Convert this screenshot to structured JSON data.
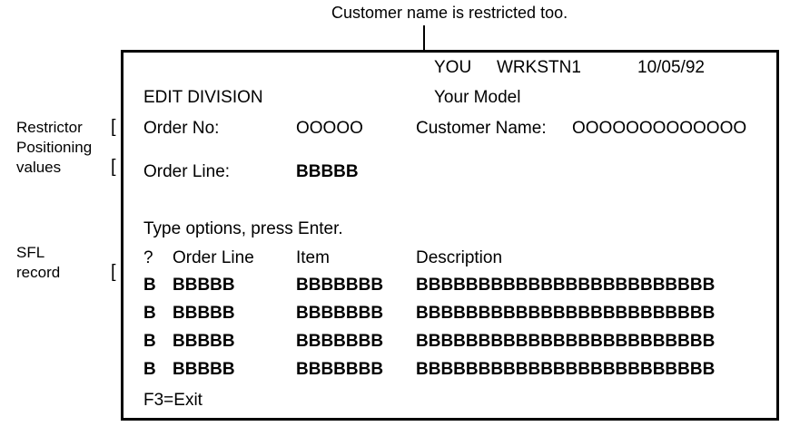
{
  "annotation": {
    "callout_text": "Customer name is restricted too.",
    "arrow_icon": "down-arrow-icon"
  },
  "side_notes": {
    "restrictor": "Restrictor\nPositioning\nvalues",
    "sfl": "SFL\nrecord",
    "bracket_glyph": "["
  },
  "screen": {
    "header": {
      "user": "YOU",
      "workstation": "WRKSTN1",
      "date": "10/05/92"
    },
    "title": "EDIT DIVISION",
    "model": "Your Model",
    "fields": {
      "order_no_label": "Order No:",
      "order_no_value": "OOOOO",
      "customer_name_label": "Customer Name:",
      "customer_name_value": "OOOOOOOOOOOOO",
      "order_line_label": "Order Line:",
      "order_line_value": "BBBBB"
    },
    "instruction": "Type options, press Enter.",
    "subfile": {
      "columns": [
        "?",
        "Order Line",
        "Item",
        "Description"
      ],
      "rows": [
        {
          "opt": "B",
          "order_line": "BBBBB",
          "item": "BBBBBBB",
          "description": "BBBBBBBBBBBBBBBBBBBBBBBB"
        },
        {
          "opt": "B",
          "order_line": "BBBBB",
          "item": "BBBBBBB",
          "description": "BBBBBBBBBBBBBBBBBBBBBBBB"
        },
        {
          "opt": "B",
          "order_line": "BBBBB",
          "item": "BBBBBBB",
          "description": "BBBBBBBBBBBBBBBBBBBBBBBB"
        },
        {
          "opt": "B",
          "order_line": "BBBBB",
          "item": "BBBBBBB",
          "description": "BBBBBBBBBBBBBBBBBBBBBBBB"
        }
      ]
    },
    "function_keys": "F3=Exit"
  },
  "colors": {
    "foreground": "#000000",
    "background": "#ffffff"
  }
}
